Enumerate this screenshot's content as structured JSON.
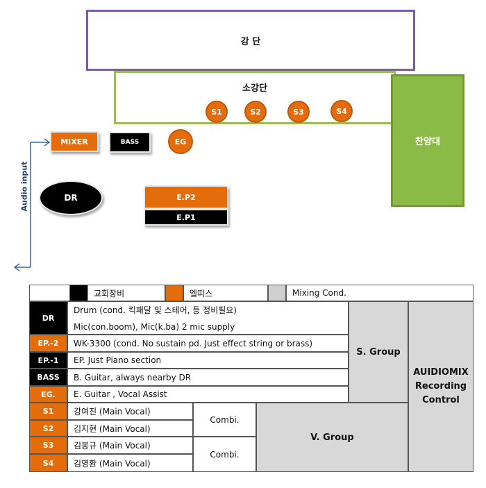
{
  "diagram": {
    "stage": "강 단",
    "substage": "소강단",
    "choir": "찬양대",
    "singers": [
      "S1",
      "S2",
      "S3",
      "S4"
    ],
    "mixer": "MIXER",
    "bass": "BASS",
    "eg": "EG",
    "dr": "DR",
    "ep2": "E.P2",
    "ep1": "E.P1",
    "audio_input": "Audio input"
  },
  "legend": {
    "church": "교회장비",
    "elpis": "엘피스",
    "mixing": "Mixing Cond."
  },
  "rows": [
    {
      "code": "DR",
      "line1": "Drum (cond. 킥패달 및 스테어, 등 정비필요)",
      "line2": "Mic(con.boom), Mic(k.ba) 2 mic supply"
    },
    {
      "code": "EP.-2",
      "desc": "WK-3300 (cond. No sustain pd. Just effect string or brass)"
    },
    {
      "code": "EP.-1",
      "desc": "EP. Just Piano section"
    },
    {
      "code": "BASS",
      "desc": "B. Guitar, always nearby DR"
    },
    {
      "code": "EG.",
      "desc": "E. Guitar , Vocal Assist"
    },
    {
      "code": "S1",
      "desc": "강여진 (Main Vocal)"
    },
    {
      "code": "S2",
      "desc": "김지현 (Main Vocal)"
    },
    {
      "code": "S3",
      "desc": "김봉규 (Main Vocal)"
    },
    {
      "code": "S4",
      "desc": "김영환 (Main Vocal)"
    }
  ],
  "groups": {
    "combi1": "Combi.",
    "combi2": "Combi.",
    "s_group": "S. Group",
    "v_group": "V. Group",
    "audiomix": "AUIDIOMIX Recording Control"
  }
}
